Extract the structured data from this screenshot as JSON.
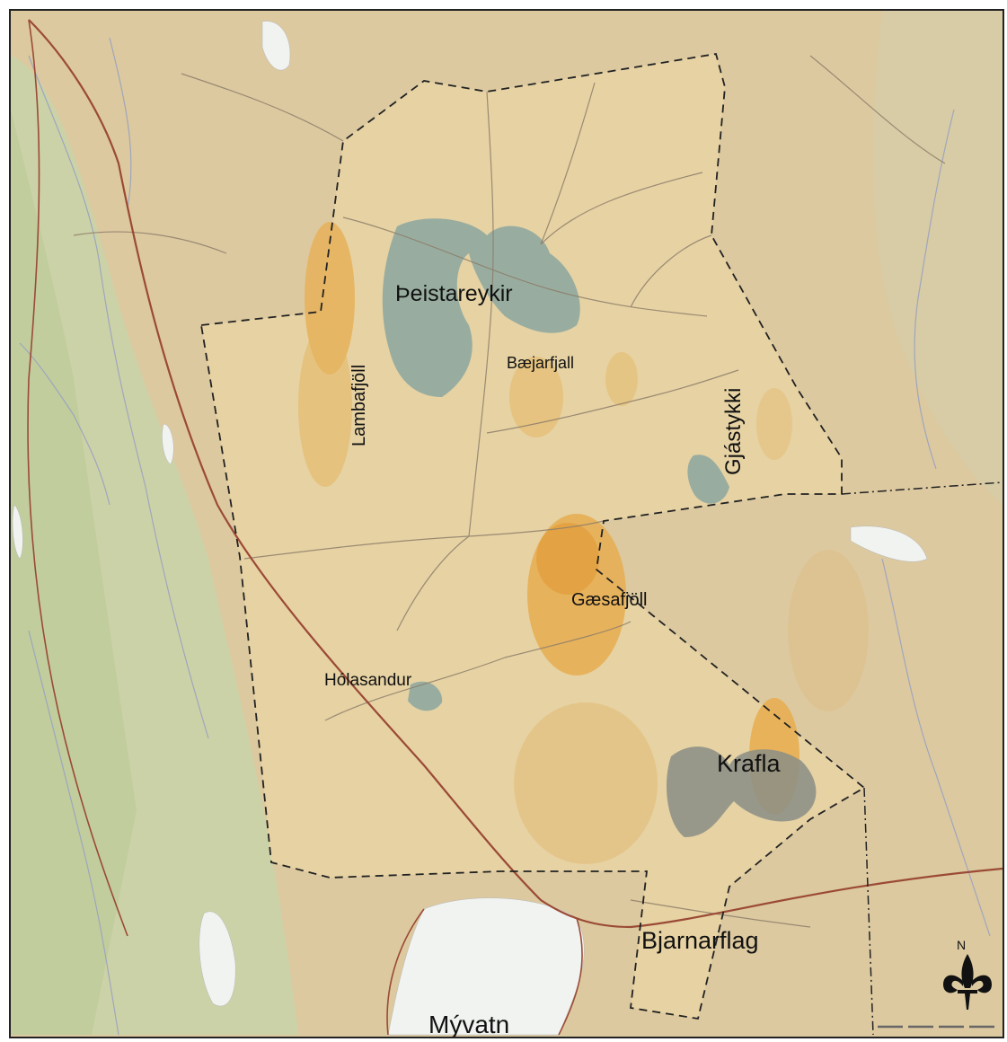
{
  "map": {
    "labels": {
      "theistareykir": "Þeistareykir",
      "baejarfjall": "Bæjarfjall",
      "lambafjoll": "Lambafjöll",
      "gjastykki": "Gjástykki",
      "gaesafjoll": "Gæsafjöll",
      "holasandur": "Hólasandur",
      "krafla": "Krafla",
      "bjarnarflag": "Bjarnarflag",
      "myvatn": "Mývatn"
    },
    "north_arrow": {
      "letter": "N",
      "icon": "fleur-de-lis"
    },
    "colors": {
      "terrain": "#dcc9a0",
      "lowland": "#c9d3a8",
      "highlight": "#e9b962",
      "geothermal_area": "#8fa8a0",
      "krafla_area": "#8a8e86",
      "water": "#f1f3f1",
      "boundary": "#222222",
      "road": "#9b4a36",
      "tracks": "#8d7e6a",
      "streams": "#9aa2c0"
    }
  }
}
